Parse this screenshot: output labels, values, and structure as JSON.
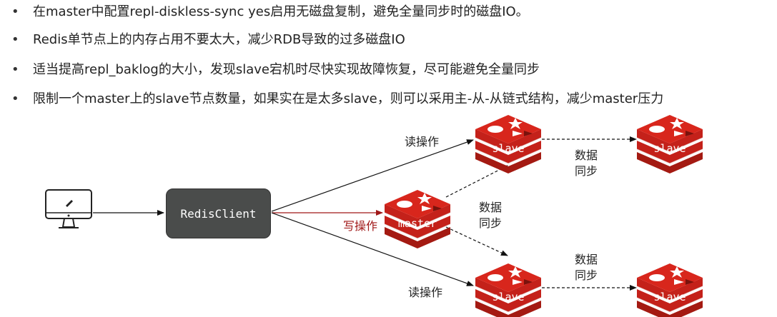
{
  "bullets": [
    "在master中配置repl-diskless-sync yes启用无磁盘复制，避免全量同步时的磁盘IO。",
    "Redis单节点上的内存占用不要太大，减少RDB导致的过多磁盘IO",
    "适当提高repl_baklog的大小，发现slave宕机时尽快实现故障恢复，尽可能避免全量同步",
    "限制一个master上的slave节点数量，如果实在是太多slave，则可以采用主-从-从链式结构，减少master压力"
  ],
  "bullet_marker": "•",
  "diagram": {
    "client_label": "RedisClient",
    "master_label": "master",
    "slave_label": "slave",
    "read_op": "读操作",
    "write_op": "写操作",
    "sync_label_line1": "数据",
    "sync_label_line2": "同步"
  },
  "colors": {
    "redis_red": "#d8261c",
    "redis_dark": "#a41a12",
    "client_box": "#4a4c4b",
    "write_arrow": "#a01818"
  },
  "icons": {
    "monitor": "monitor-icon",
    "redis": "redis-logo-icon"
  }
}
